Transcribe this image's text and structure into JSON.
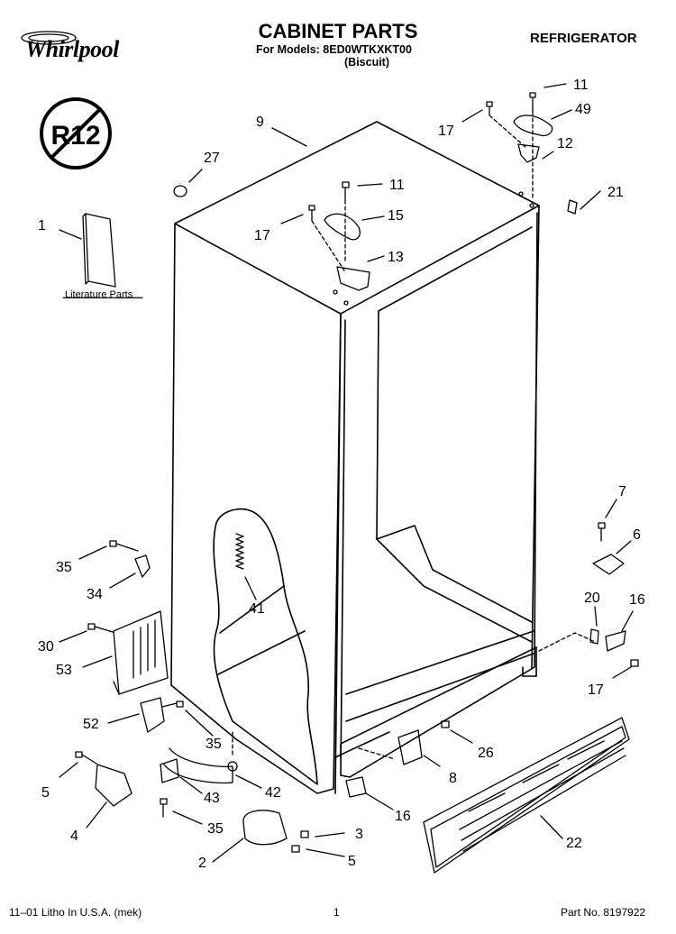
{
  "brand": "Whirlpool",
  "title": "CABINET PARTS",
  "models_line": "For Models: 8ED0WTKXKT00",
  "color_line": "(Biscuit)",
  "appliance": "REFRIGERATOR",
  "r12_badge": "R12",
  "literature_label": "Literature Parts",
  "footer": {
    "left": "11–01 Litho In U.S.A. (mek)",
    "page": "1",
    "part_no": "Part No. 8197922"
  },
  "callouts": {
    "c11a": "11",
    "c49": "49",
    "c17a": "17",
    "c12": "12",
    "c9": "9",
    "c27": "27",
    "c11b": "11",
    "c21": "21",
    "c1": "1",
    "c15": "15",
    "c17b": "17",
    "c13": "13",
    "c7": "7",
    "c6": "6",
    "c35a": "35",
    "c34": "34",
    "c41": "41",
    "c20": "20",
    "c16a": "16",
    "c30": "30",
    "c53": "53",
    "c17c": "17",
    "c52": "52",
    "c35b": "35",
    "c26": "26",
    "c8": "8",
    "c5a": "5",
    "c43": "43",
    "c42": "42",
    "c16b": "16",
    "c4": "4",
    "c35c": "35",
    "c3": "3",
    "c22": "22",
    "c2": "2",
    "c5b": "5"
  }
}
